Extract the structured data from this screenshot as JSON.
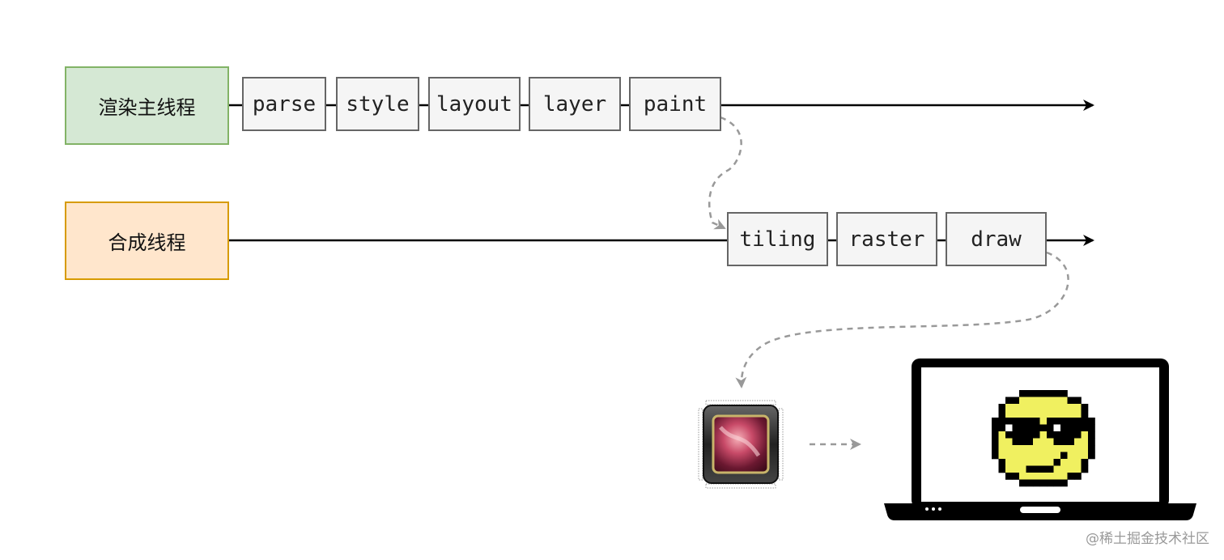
{
  "threads": {
    "main": {
      "label": "渲染主线程",
      "steps": [
        "parse",
        "style",
        "layout",
        "layer",
        "paint"
      ]
    },
    "compositor": {
      "label": "合成线程",
      "steps": [
        "tiling",
        "raster",
        "draw"
      ]
    }
  },
  "icons": {
    "gpu": "gpu-chip-icon",
    "screen": "laptop-icon",
    "face": "pixel-sunglasses-face-icon"
  },
  "colors": {
    "main_fill": "#d5e8d4",
    "main_border": "#82b366",
    "comp_fill": "#ffe6cc",
    "comp_border": "#d79b00",
    "step_fill": "#f5f5f5",
    "step_border": "#666666",
    "face_yellow": "#f0f060"
  },
  "watermark": "@稀土掘金技术社区"
}
